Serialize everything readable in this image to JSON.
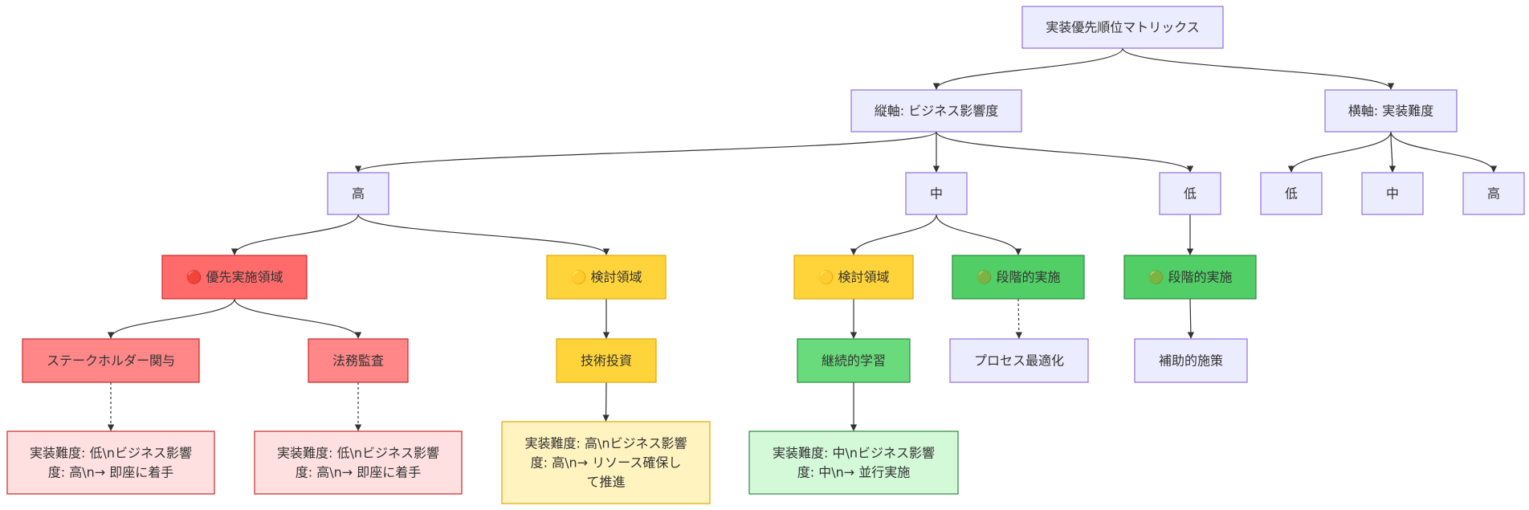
{
  "colors": {
    "default_fill": "#ececff",
    "default_stroke": "#9370db",
    "red_fill": "#ff6b6b",
    "red_stroke": "#c92a2a",
    "red2_fill": "#ff8787",
    "red2_stroke": "#c92a2a",
    "pink_fill": "#ffe0e0",
    "pink_stroke": "#c92a2a",
    "yellow_fill": "#ffd43b",
    "yellow_stroke": "#e0a800",
    "lightyellow_fill": "#fff3bf",
    "lightyellow_stroke": "#e0a800",
    "green_fill": "#51cf66",
    "green_stroke": "#2b8a3e",
    "green2_fill": "#69db7c",
    "green2_stroke": "#2b8a3e",
    "lightgreen_fill": "#d3f9d8",
    "lightgreen_stroke": "#2b8a3e",
    "edge": "#333333"
  },
  "nodes": {
    "root": {
      "lines": [
        "実装優先順位マトリックス"
      ],
      "style": "default"
    },
    "vaxis": {
      "lines": [
        "縦軸: ビジネス影響度"
      ],
      "style": "default"
    },
    "haxis": {
      "lines": [
        "横軸: 実装難度"
      ],
      "style": "default"
    },
    "v_high": {
      "lines": [
        "高"
      ],
      "style": "default"
    },
    "v_mid": {
      "lines": [
        "中"
      ],
      "style": "default"
    },
    "v_low": {
      "lines": [
        "低"
      ],
      "style": "default"
    },
    "h_low": {
      "lines": [
        "低"
      ],
      "style": "default"
    },
    "h_mid": {
      "lines": [
        "中"
      ],
      "style": "default"
    },
    "h_high": {
      "lines": [
        "高"
      ],
      "style": "default"
    },
    "priority": {
      "lines": [
        "🔴 優先実施領域"
      ],
      "style": "red",
      "icon": "red-circle-icon"
    },
    "review1": {
      "lines": [
        "🟡 検討領域"
      ],
      "style": "yellow",
      "icon": "yellow-circle-icon"
    },
    "review2": {
      "lines": [
        "🟡 検討領域"
      ],
      "style": "yellow",
      "icon": "yellow-circle-icon"
    },
    "phase1": {
      "lines": [
        "🟢 段階的実施"
      ],
      "style": "green",
      "icon": "green-circle-icon"
    },
    "phase2": {
      "lines": [
        "🟢 段階的実施"
      ],
      "style": "green",
      "icon": "green-circle-icon"
    },
    "stakeholder": {
      "lines": [
        "ステークホルダー関与"
      ],
      "style": "red2"
    },
    "legal": {
      "lines": [
        "法務監査"
      ],
      "style": "red2"
    },
    "tech": {
      "lines": [
        "技術投資"
      ],
      "style": "yellow"
    },
    "learning": {
      "lines": [
        "継続的学習"
      ],
      "style": "green2"
    },
    "process": {
      "lines": [
        "プロセス最適化"
      ],
      "style": "default"
    },
    "support": {
      "lines": [
        "補助的施策"
      ],
      "style": "default"
    },
    "note1": {
      "lines": [
        "実装難度: 低\\nビジネス影響",
        "度: 高\\n→ 即座に着手"
      ],
      "style": "pink"
    },
    "note2": {
      "lines": [
        "実装難度: 低\\nビジネス影響",
        "度: 高\\n→ 即座に着手"
      ],
      "style": "pink"
    },
    "note3": {
      "lines": [
        "実装難度: 高\\nビジネス影響",
        "度: 高\\n→ リソース確保し",
        "て推進"
      ],
      "style": "lightyellow"
    },
    "note4": {
      "lines": [
        "実装難度: 中\\nビジネス影響",
        "度: 中\\n→ 並行実施"
      ],
      "style": "lightgreen"
    }
  },
  "edges": [
    {
      "from": "root",
      "to": "vaxis"
    },
    {
      "from": "root",
      "to": "haxis"
    },
    {
      "from": "vaxis",
      "to": "v_high"
    },
    {
      "from": "vaxis",
      "to": "v_mid"
    },
    {
      "from": "vaxis",
      "to": "v_low"
    },
    {
      "from": "haxis",
      "to": "h_low"
    },
    {
      "from": "haxis",
      "to": "h_mid"
    },
    {
      "from": "haxis",
      "to": "h_high"
    },
    {
      "from": "v_high",
      "to": "priority"
    },
    {
      "from": "v_high",
      "to": "review1"
    },
    {
      "from": "v_mid",
      "to": "review2"
    },
    {
      "from": "v_mid",
      "to": "phase1"
    },
    {
      "from": "v_low",
      "to": "phase2"
    },
    {
      "from": "priority",
      "to": "stakeholder"
    },
    {
      "from": "priority",
      "to": "legal"
    },
    {
      "from": "review1",
      "to": "tech"
    },
    {
      "from": "review2",
      "to": "learning"
    },
    {
      "from": "phase1",
      "to": "process",
      "dashed": true
    },
    {
      "from": "phase2",
      "to": "support"
    },
    {
      "from": "stakeholder",
      "to": "note1",
      "dashed": true
    },
    {
      "from": "legal",
      "to": "note2",
      "dashed": true
    },
    {
      "from": "tech",
      "to": "note3"
    },
    {
      "from": "learning",
      "to": "note4"
    }
  ]
}
